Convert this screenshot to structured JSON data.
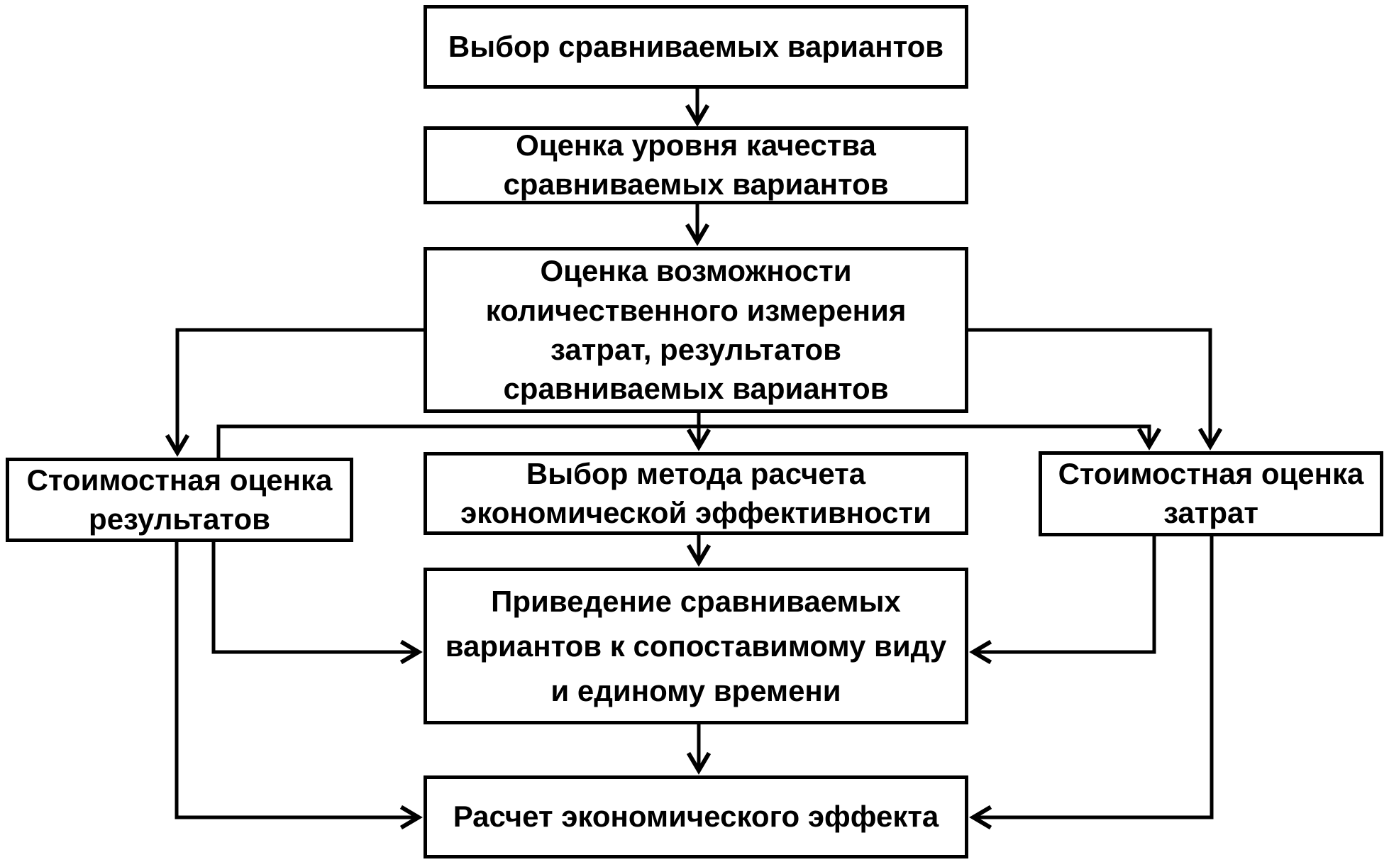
{
  "diagram": {
    "type": "flowchart",
    "language": "ru",
    "colors": {
      "line": "#000000",
      "text": "#000000",
      "box_fill": "#ffffff",
      "background": "#ffffff"
    },
    "nodes": [
      {
        "id": "select-variants",
        "label": "Выбор сравниваемых вариантов"
      },
      {
        "id": "quality-assessment",
        "label": "Оценка уровня качества\nсравниваемых вариантов"
      },
      {
        "id": "quantification",
        "label": "Оценка возможности\nколичественного измерения\nзатрат, результатов\nсравниваемых вариантов"
      },
      {
        "id": "cost-results",
        "label": "Стоимостная оценка\nрезультатов"
      },
      {
        "id": "method-selection",
        "label": "Выбор метода расчета\nэкономической эффективности"
      },
      {
        "id": "cost-costs",
        "label": "Стоимостная оценка\nзатрат"
      },
      {
        "id": "comparability",
        "label": "Приведение сравниваемых\nвариантов к сопоставимому виду\nи единому времени"
      },
      {
        "id": "effect-calculation",
        "label": "Расчет экономического эффекта"
      }
    ],
    "edges": [
      {
        "from": "select-variants",
        "to": "quality-assessment"
      },
      {
        "from": "quality-assessment",
        "to": "quantification"
      },
      {
        "from": "quantification",
        "to": "method-selection"
      },
      {
        "from": "quantification",
        "to": "cost-results"
      },
      {
        "from": "quantification",
        "to": "cost-costs"
      },
      {
        "from": "cost-results",
        "to": "cost-costs"
      },
      {
        "from": "method-selection",
        "to": "comparability"
      },
      {
        "from": "cost-results",
        "to": "comparability"
      },
      {
        "from": "cost-results",
        "to": "effect-calculation"
      },
      {
        "from": "cost-costs",
        "to": "comparability"
      },
      {
        "from": "cost-costs",
        "to": "effect-calculation"
      },
      {
        "from": "comparability",
        "to": "effect-calculation"
      }
    ]
  }
}
